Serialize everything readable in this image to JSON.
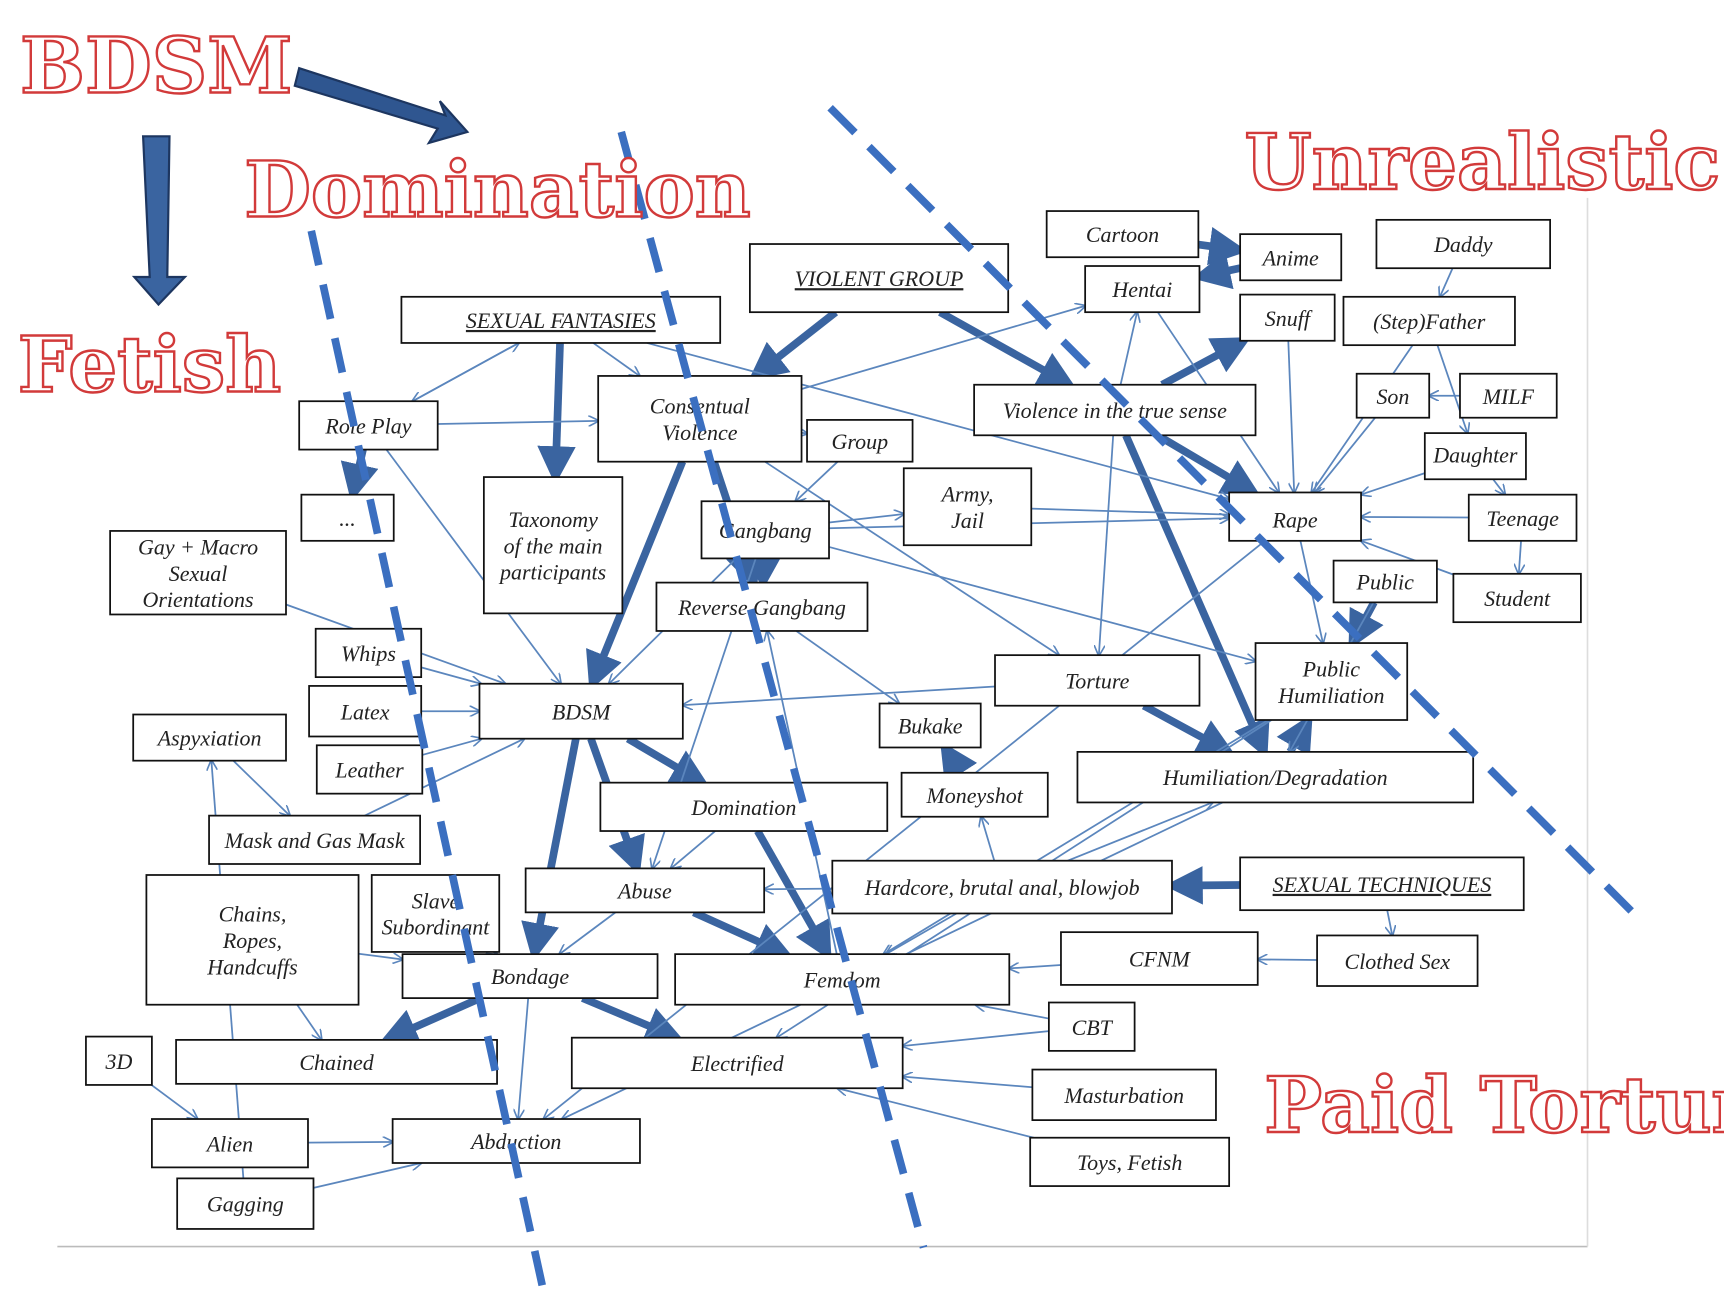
{
  "overlay_labels": {
    "bdsm": "BDSM",
    "domination": "Domination",
    "fetish": "Fetish",
    "unrealistic": "Unrealistic",
    "paid_torture": "Paid Torture"
  },
  "colors": {
    "overlay_text": "#d23a3a",
    "arrow": "#3a64a0",
    "thin_arrow": "#5b86bd",
    "dash": "#3b6fc0"
  },
  "nodes": [
    {
      "id": "sexual_fantasies",
      "lines": [
        "SEXUAL FANTASIES"
      ],
      "underline": true
    },
    {
      "id": "violent_group",
      "lines": [
        "VIOLENT GROUP"
      ],
      "underline": true
    },
    {
      "id": "cartoon",
      "lines": [
        "Cartoon"
      ]
    },
    {
      "id": "anime",
      "lines": [
        "Anime"
      ]
    },
    {
      "id": "hentai",
      "lines": [
        "Hentai"
      ]
    },
    {
      "id": "daddy",
      "lines": [
        "Daddy"
      ]
    },
    {
      "id": "snuff",
      "lines": [
        "Snuff"
      ]
    },
    {
      "id": "stepfather",
      "lines": [
        "(Step)Father"
      ]
    },
    {
      "id": "role_play",
      "lines": [
        "Role Play"
      ]
    },
    {
      "id": "consensual_violence",
      "lines": [
        "Consentual",
        "Violence"
      ]
    },
    {
      "id": "violence_true",
      "lines": [
        "Violence in the true sense"
      ]
    },
    {
      "id": "son",
      "lines": [
        "Son"
      ]
    },
    {
      "id": "milf",
      "lines": [
        "MILF"
      ]
    },
    {
      "id": "group",
      "lines": [
        "Group"
      ]
    },
    {
      "id": "daughter",
      "lines": [
        "Daughter"
      ]
    },
    {
      "id": "army_jail",
      "lines": [
        "Army,",
        "Jail"
      ]
    },
    {
      "id": "rape",
      "lines": [
        "Rape"
      ]
    },
    {
      "id": "teenage",
      "lines": [
        "Teenage"
      ]
    },
    {
      "id": "ellipsis",
      "lines": [
        "..."
      ]
    },
    {
      "id": "taxonomy",
      "lines": [
        "Taxonomy",
        "of the main",
        "participants"
      ]
    },
    {
      "id": "gangbang",
      "lines": [
        "Gangbang"
      ]
    },
    {
      "id": "gay_macro",
      "lines": [
        "Gay + Macro",
        "Sexual",
        "Orientations"
      ]
    },
    {
      "id": "public",
      "lines": [
        "Public"
      ]
    },
    {
      "id": "student",
      "lines": [
        "Student"
      ]
    },
    {
      "id": "reverse_gangbang",
      "lines": [
        "Reverse Gangbang"
      ]
    },
    {
      "id": "whips",
      "lines": [
        "Whips"
      ]
    },
    {
      "id": "public_humiliation",
      "lines": [
        "Public",
        "Humiliation"
      ]
    },
    {
      "id": "torture",
      "lines": [
        "Torture"
      ]
    },
    {
      "id": "latex",
      "lines": [
        "Latex"
      ]
    },
    {
      "id": "bdsm",
      "lines": [
        "BDSM"
      ]
    },
    {
      "id": "bukake",
      "lines": [
        "Bukake"
      ]
    },
    {
      "id": "aspyxiation",
      "lines": [
        "Aspyxiation"
      ]
    },
    {
      "id": "leather",
      "lines": [
        "Leather"
      ]
    },
    {
      "id": "humiliation",
      "lines": [
        "Humiliation/Degradation"
      ]
    },
    {
      "id": "moneyshot",
      "lines": [
        "Moneyshot"
      ]
    },
    {
      "id": "domination",
      "lines": [
        "Domination"
      ]
    },
    {
      "id": "mask",
      "lines": [
        "Mask and Gas Mask"
      ]
    },
    {
      "id": "abuse",
      "lines": [
        "Abuse"
      ]
    },
    {
      "id": "hardcore",
      "lines": [
        "Hardcore, brutal anal, blowjob"
      ]
    },
    {
      "id": "sexual_techniques",
      "lines": [
        "SEXUAL TECHNIQUES"
      ],
      "underline": true
    },
    {
      "id": "chains",
      "lines": [
        "Chains,",
        "Ropes,",
        "Handcuffs"
      ]
    },
    {
      "id": "slave",
      "lines": [
        "Slave",
        "Subordinant"
      ]
    },
    {
      "id": "cfnm",
      "lines": [
        "CFNM"
      ]
    },
    {
      "id": "clothed_sex",
      "lines": [
        "Clothed Sex"
      ]
    },
    {
      "id": "bondage",
      "lines": [
        "Bondage"
      ]
    },
    {
      "id": "femdom",
      "lines": [
        "Femdom"
      ]
    },
    {
      "id": "cbt",
      "lines": [
        "CBT"
      ]
    },
    {
      "id": "three_d",
      "lines": [
        "3D"
      ]
    },
    {
      "id": "chained",
      "lines": [
        "Chained"
      ]
    },
    {
      "id": "electrified",
      "lines": [
        "Electrified"
      ]
    },
    {
      "id": "masturbation",
      "lines": [
        "Masturbation"
      ]
    },
    {
      "id": "alien",
      "lines": [
        "Alien"
      ]
    },
    {
      "id": "abduction",
      "lines": [
        "Abduction"
      ]
    },
    {
      "id": "toys",
      "lines": [
        "Toys, Fetish"
      ]
    },
    {
      "id": "gagging",
      "lines": [
        "Gagging"
      ]
    }
  ],
  "edges": [
    [
      "sexual_fantasies",
      "taxonomy",
      "thick"
    ],
    [
      "violent_group",
      "consensual_violence",
      "thick"
    ],
    [
      "violent_group",
      "violence_true",
      "thick"
    ],
    [
      "role_play",
      "ellipsis",
      "thick"
    ],
    [
      "consensual_violence",
      "bdsm",
      "thick"
    ],
    [
      "consensual_violence",
      "reverse_gangbang",
      "thick"
    ],
    [
      "gangbang",
      "reverse_gangbang",
      "thick"
    ],
    [
      "violence_true",
      "humiliation",
      "thick"
    ],
    [
      "violence_true",
      "rape",
      "thick"
    ],
    [
      "violence_true",
      "snuff",
      "thick"
    ],
    [
      "cartoon",
      "anime",
      "thick"
    ],
    [
      "anime",
      "hentai",
      "thick"
    ],
    [
      "public",
      "public_humiliation",
      "thick"
    ],
    [
      "humiliation",
      "public_humiliation",
      "thick"
    ],
    [
      "torture",
      "humiliation",
      "thick"
    ],
    [
      "bdsm",
      "abuse",
      "thick"
    ],
    [
      "bdsm",
      "bondage",
      "thick"
    ],
    [
      "bdsm",
      "domination",
      "thick"
    ],
    [
      "moneyshot",
      "bukake",
      "thick"
    ],
    [
      "domination",
      "femdom",
      "thick"
    ],
    [
      "abuse",
      "femdom",
      "thick"
    ],
    [
      "sexual_techniques",
      "hardcore",
      "thick"
    ],
    [
      "bondage",
      "chained",
      "thick"
    ],
    [
      "bondage",
      "electrified",
      "thick"
    ],
    [
      "sexual_fantasies",
      "role_play",
      "thin"
    ],
    [
      "role_play",
      "sexual_fantasies",
      "thin"
    ],
    [
      "sexual_fantasies",
      "consensual_violence",
      "thin"
    ],
    [
      "role_play",
      "consensual_violence",
      "thin"
    ],
    [
      "sexual_fantasies",
      "rape",
      "thin"
    ],
    [
      "consensual_violence",
      "hentai",
      "thin"
    ],
    [
      "consensual_violence",
      "torture",
      "thin"
    ],
    [
      "group",
      "gangbang",
      "thin"
    ],
    [
      "gangbang",
      "army_jail",
      "thin"
    ],
    [
      "gangbang",
      "rape",
      "thin"
    ],
    [
      "army_jail",
      "rape",
      "thin"
    ],
    [
      "violence_true",
      "hentai",
      "thin"
    ],
    [
      "violence_true",
      "torture",
      "thin"
    ],
    [
      "hentai",
      "rape",
      "thin"
    ],
    [
      "snuff",
      "rape",
      "thin"
    ],
    [
      "stepfather",
      "rape",
      "thin"
    ],
    [
      "daddy",
      "stepfather",
      "thin"
    ],
    [
      "milf",
      "son",
      "thin"
    ],
    [
      "stepfather",
      "daughter",
      "thin"
    ],
    [
      "son",
      "rape",
      "thin"
    ],
    [
      "daughter",
      "rape",
      "thin"
    ],
    [
      "teenage",
      "rape",
      "thin"
    ],
    [
      "teenage",
      "student",
      "thin"
    ],
    [
      "student",
      "rape",
      "thin"
    ],
    [
      "daughter",
      "teenage",
      "thin"
    ],
    [
      "rape",
      "public_humiliation",
      "thin"
    ],
    [
      "public",
      "humiliation",
      "thin"
    ],
    [
      "gangbang",
      "public_humiliation",
      "thin"
    ],
    [
      "torture",
      "bdsm",
      "thin"
    ],
    [
      "rape",
      "abduction",
      "thin"
    ],
    [
      "role_play",
      "bdsm",
      "thin"
    ],
    [
      "gay_macro",
      "bdsm",
      "thin"
    ],
    [
      "whips",
      "bdsm",
      "thin"
    ],
    [
      "latex",
      "bdsm",
      "thin"
    ],
    [
      "leather",
      "bdsm",
      "thin"
    ],
    [
      "mask",
      "bdsm",
      "thin"
    ],
    [
      "aspyxiation",
      "mask",
      "thin"
    ],
    [
      "gagging",
      "aspyxiation",
      "thin"
    ],
    [
      "chains",
      "bondage",
      "thin"
    ],
    [
      "chains",
      "chained",
      "thin"
    ],
    [
      "slave",
      "bondage",
      "thin"
    ],
    [
      "three_d",
      "alien",
      "thin"
    ],
    [
      "alien",
      "abduction",
      "thin"
    ],
    [
      "gagging",
      "abduction",
      "thin"
    ],
    [
      "bondage",
      "abduction",
      "thin"
    ],
    [
      "domination",
      "abuse",
      "thin"
    ],
    [
      "abuse",
      "bondage",
      "thin"
    ],
    [
      "hardcore",
      "abuse",
      "thin"
    ],
    [
      "hardcore",
      "moneyshot",
      "thin"
    ],
    [
      "hardcore",
      "humiliation",
      "thin"
    ],
    [
      "hardcore",
      "femdom",
      "thin"
    ],
    [
      "cfnm",
      "femdom",
      "thin"
    ],
    [
      "clothed_sex",
      "cfnm",
      "thin"
    ],
    [
      "sexual_techniques",
      "clothed_sex",
      "thin"
    ],
    [
      "cbt",
      "femdom",
      "thin"
    ],
    [
      "cbt",
      "electrified",
      "thin"
    ],
    [
      "masturbation",
      "electrified",
      "thin"
    ],
    [
      "toys",
      "electrified",
      "thin"
    ],
    [
      "femdom",
      "reverse_gangbang",
      "thin"
    ],
    [
      "reverse_gangbang",
      "bukake",
      "thin"
    ],
    [
      "gangbang",
      "abuse",
      "thin"
    ],
    [
      "public_humiliation",
      "femdom",
      "thin"
    ],
    [
      "public_humiliation",
      "electrified",
      "thin"
    ],
    [
      "humiliation",
      "abduction",
      "thin"
    ],
    [
      "gangbang",
      "bdsm",
      "thin"
    ],
    [
      "consensual_violence",
      "group",
      "thin"
    ]
  ]
}
